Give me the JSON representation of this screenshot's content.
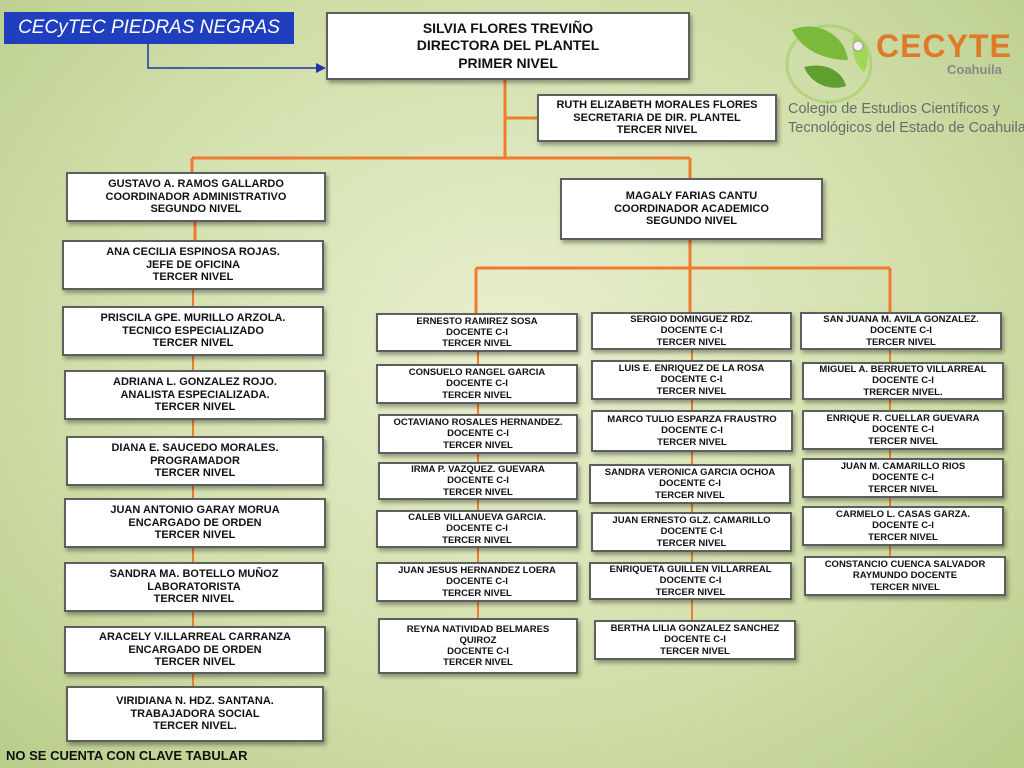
{
  "header": {
    "title": "CECyTEC PIEDRAS NEGRAS"
  },
  "logo": {
    "name": "CECYTE",
    "state": "Coahuila",
    "desc_line1": "Colegio de Estudios Científicos y",
    "desc_line2": "Tecnológicos del Estado de Coahuila"
  },
  "footer": {
    "note": "NO SE CUENTA CON CLAVE TABULAR"
  },
  "colors": {
    "connector": "#f07a2e",
    "header_bg": "#1f3fbf",
    "arrow": "#2233aa",
    "box_border": "#5e5e5e"
  },
  "director": {
    "l1": "SILVIA FLORES TREVIÑO",
    "l2": "DIRECTORA DEL PLANTEL",
    "l3": "PRIMER NIVEL"
  },
  "secretary": {
    "l1": "RUTH ELIZABETH MORALES FLORES",
    "l2": "SECRETARIA DE DIR. PLANTEL",
    "l3": "TERCER NIVEL"
  },
  "admin_coord": {
    "l1": "GUSTAVO A. RAMOS GALLARDO",
    "l2": "COORDINADOR ADMINISTRATIVO",
    "l3": "SEGUNDO NIVEL"
  },
  "academic_coord": {
    "l1": "MAGALY FARIAS CANTU",
    "l2": "COORDINADOR ACADEMICO",
    "l3": "SEGUNDO NIVEL"
  },
  "admin_staff": [
    {
      "l1": "ANA CECILIA ESPINOSA ROJAS.",
      "l2": "JEFE DE OFICINA",
      "l3": "TERCER NIVEL"
    },
    {
      "l1": "PRISCILA GPE. MURILLO ARZOLA.",
      "l2": "TECNICO ESPECIALIZADO",
      "l3": "TERCER NIVEL"
    },
    {
      "l1": "ADRIANA L. GONZALEZ ROJO.",
      "l2": "ANALISTA ESPECIALIZADA.",
      "l3": "TERCER NIVEL"
    },
    {
      "l1": "DIANA E. SAUCEDO MORALES.",
      "l2": "PROGRAMADOR",
      "l3": "TERCER NIVEL"
    },
    {
      "l1": "JUAN ANTONIO GARAY MORUA",
      "l2": "ENCARGADO DE ORDEN",
      "l3": "TERCER NIVEL"
    },
    {
      "l1": "SANDRA MA. BOTELLO MUÑOZ",
      "l2": "LABORATORISTA",
      "l3": "TERCER NIVEL"
    },
    {
      "l1": "ARACELY V.ILLARREAL CARRANZA",
      "l2": "ENCARGADO DE ORDEN",
      "l3": "TERCER NIVEL"
    },
    {
      "l1": "VIRIDIANA N. HDZ. SANTANA.",
      "l2": "TRABAJADORA SOCIAL",
      "l3": "TERCER NIVEL."
    }
  ],
  "teachers_col1": [
    {
      "l1": "ERNESTO RAMIREZ SOSA",
      "l2": "DOCENTE C-I",
      "l3": "TERCER NIVEL"
    },
    {
      "l1": "CONSUELO RANGEL GARCIA",
      "l2": "DOCENTE C-I",
      "l3": "TERCER NIVEL"
    },
    {
      "l1": "OCTAVIANO ROSALES HERNANDEZ.",
      "l2": "DOCENTE C-I",
      "l3": "TERCER NIVEL"
    },
    {
      "l1": "IRMA P. VAZQUEZ. GUEVARA",
      "l2": "DOCENTE C-I",
      "l3": "TERCER NIVEL"
    },
    {
      "l1": "CALEB VILLANUEVA GARCIA.",
      "l2": "DOCENTE C-I",
      "l3": "TERCER NIVEL"
    },
    {
      "l1": "JUAN JESUS HERNANDEZ LOERA",
      "l2": "DOCENTE C-I",
      "l3": "TERCER NIVEL"
    },
    {
      "l1": "REYNA NATIVIDAD BELMARES",
      "l2": "QUIROZ",
      "l3": "DOCENTE C-I",
      "l4": "TERCER NIVEL"
    }
  ],
  "teachers_col2": [
    {
      "l1": "SERGIO DOMINGUEZ RDZ.",
      "l2": "DOCENTE C-I",
      "l3": "TERCER NIVEL"
    },
    {
      "l1": "LUIS E. ENRIQUEZ DE LA ROSA",
      "l2": "DOCENTE C-I",
      "l3": "TERCER NIVEL"
    },
    {
      "l1": "MARCO TULIO ESPARZA FRAUSTRO",
      "l2": "DOCENTE C-I",
      "l3": "TERCER NIVEL"
    },
    {
      "l1": "SANDRA VERONICA GARCIA OCHOA",
      "l2": "DOCENTE C-I",
      "l3": "TERCER NIVEL"
    },
    {
      "l1": "JUAN ERNESTO GLZ. CAMARILLO",
      "l2": "DOCENTE C-I",
      "l3": "TERCER NIVEL"
    },
    {
      "l1": "ENRIQUETA GUILLEN VILLARREAL",
      "l2": "DOCENTE C-I",
      "l3": "TERCER NIVEL"
    },
    {
      "l1": "BERTHA LILIA GONZALEZ SANCHEZ",
      "l2": "DOCENTE C-I",
      "l3": "TERCER NIVEL"
    }
  ],
  "teachers_col3": [
    {
      "l1": "SAN JUANA M. AVILA GONZALEZ.",
      "l2": "DOCENTE C-I",
      "l3": "TERCER NIVEL"
    },
    {
      "l1": "MIGUEL A. BERRUETO VILLARREAL",
      "l2": "DOCENTE C-I",
      "l3": "TRERCER NIVEL."
    },
    {
      "l1": "ENRIQUE R. CUELLAR GUEVARA",
      "l2": "DOCENTE C-I",
      "l3": "TERCER NIVEL"
    },
    {
      "l1": "JUAN M. CAMARILLO RIOS",
      "l2": "DOCENTE C-I",
      "l3": "TERCER NIVEL"
    },
    {
      "l1": "CARMELO L. CASAS GARZA.",
      "l2": "DOCENTE C-I",
      "l3": "TERCER NIVEL"
    },
    {
      "l1": "CONSTANCIO CUENCA SALVADOR",
      "l2": "RAYMUNDO DOCENTE",
      "l3": "TERCER NIVEL"
    }
  ]
}
